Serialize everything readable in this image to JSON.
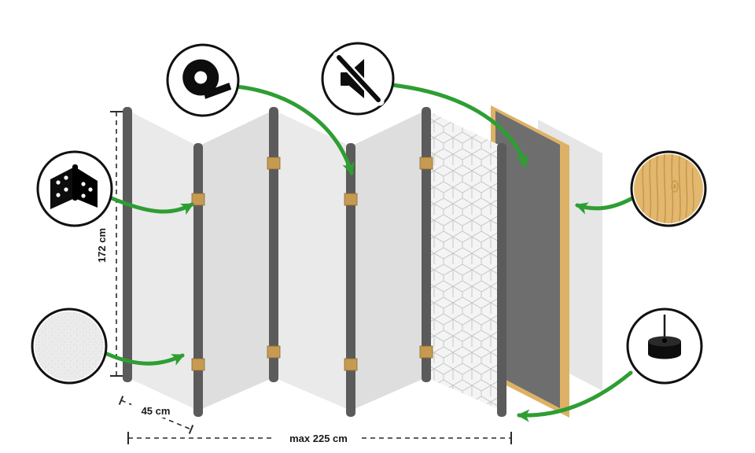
{
  "diagram": {
    "subject": "Folding room divider construction diagram",
    "panel_count": 5,
    "dimensions": {
      "height": "172 cm",
      "panel_width": "45 cm",
      "max_width": "max 225 cm"
    },
    "callouts": {
      "tape": {
        "icon": "tape-roll-icon"
      },
      "soundproof": {
        "icon": "muted-speaker-icon"
      },
      "hinge": {
        "icon": "metal-hinge-icon"
      },
      "fabric": {
        "icon": "fabric-texture-swatch"
      },
      "wood": {
        "icon": "wood-texture-swatch"
      },
      "foot": {
        "icon": "floor-pin-foot-icon"
      }
    }
  },
  "colors": {
    "accent_green": "#2e9e33",
    "panel_face": "#eaeaea",
    "panel_face_alt": "#dedede",
    "panel_edge": "#5b5b5b",
    "hinge_brass": "#c79a52",
    "pattern_line": "#c6c6c6",
    "board_dark": "#6e6e6e",
    "wood": "#ddb266",
    "ink": "#2b2b2b"
  }
}
